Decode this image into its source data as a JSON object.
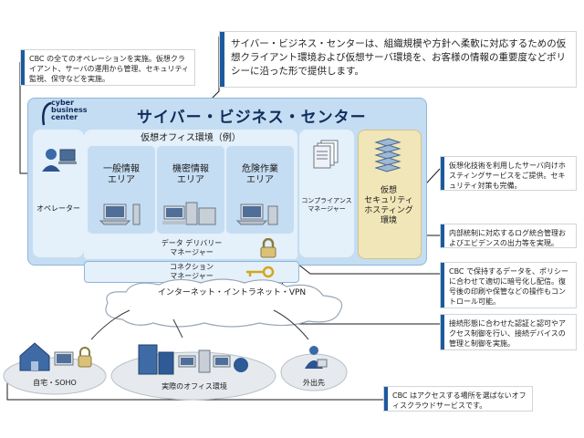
{
  "logo": {
    "line1": "cyber",
    "line2": "business",
    "line3": "center"
  },
  "main_title": "サイバー・ビジネス・センター",
  "callouts": {
    "operations": "CBC の全てのオペレーションを実施。仮想クライアント、サーバの運用から管理、セキュリティ監視、保守などを実施。",
    "center_desc": "サイバー・ビジネス・センターは、組織規模や方針へ柔軟に対応するための仮想クライアント環境および仮想サーバ環境を、お客様の情報の重要度などポリシーに沿った形で提供します。",
    "hosting": "仮想化技術を利用したサーバ向けホスティングサービスをご提供。セキュリティ対策も完備。",
    "compliance": "内部統制に対応するログ統合管理およびエビデンスの出力等を実現。",
    "data_delivery": "CBC で保持するデータを、ポリシーに合わせて適切に暗号化し配信。復号後の印刷や保管などの操作もコントロール可能。",
    "connection": "接続形態に合わせた認証と認可やアクセス制御を行い、接続デバイスの管理と制御を実施。",
    "cloud_service": "CBC はアクセスする場所を選ばないオフィスクラウドサービスです。"
  },
  "panels": {
    "operator": "オペレーター",
    "virtual_office": "仮想オフィス環境（例）",
    "area_general": [
      "一般情報",
      "エリア"
    ],
    "area_confidential": [
      "機密情報",
      "エリア"
    ],
    "area_hazard": [
      "危険作業",
      "エリア"
    ],
    "data_delivery_manager": [
      "データ デリバリー",
      "マネージャー"
    ],
    "connection_manager": [
      "コネクション",
      "マネージャー"
    ],
    "compliance_manager": [
      "コンプライアンス",
      "マネージャー"
    ],
    "hosting": [
      "仮想",
      "セキュリティ",
      "ホスティング",
      "環境"
    ]
  },
  "network": {
    "internet": "インターネット・イントラネット・VPN",
    "home": "自宅・SOHO",
    "real_office": "実際のオフィス環境",
    "outside": "外出先"
  },
  "colors": {
    "accent": "#1d5a9c",
    "outer_panel": "#c5ddf2",
    "inner_panel": "#e4f0fa",
    "hosting_panel": "#f1e6b8"
  }
}
